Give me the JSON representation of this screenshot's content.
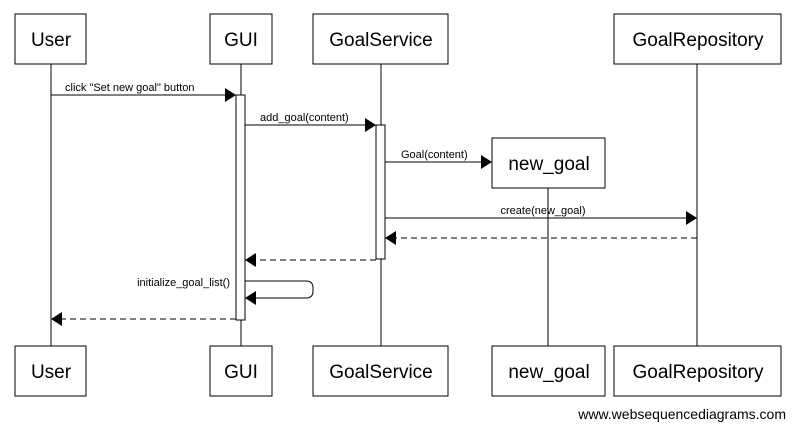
{
  "participants": {
    "user": "User",
    "gui": "GUI",
    "goal_service": "GoalService",
    "new_goal": "new_goal",
    "goal_repository": "GoalRepository"
  },
  "messages": {
    "click_button": "click \"Set new goal\" button",
    "add_goal": "add_goal(content)",
    "goal_constructor": "Goal(content)",
    "create": "create(new_goal)",
    "initialize": "initialize_goal_list()"
  },
  "footer": "www.websequencediagrams.com"
}
